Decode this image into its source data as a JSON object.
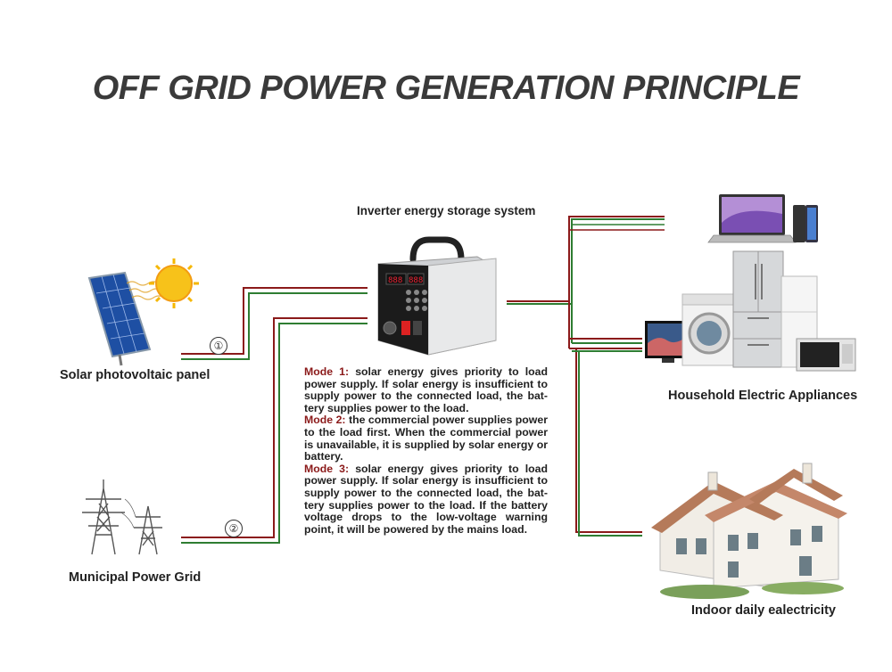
{
  "title": "OFF GRID POWER GENERATION PRINCIPLE",
  "labels": {
    "inverter": "Inverter energy storage system",
    "solar": "Solar photovoltaic panel",
    "grid": "Municipal Power Grid",
    "appliances": "Household Electric Appliances",
    "indoor": "Indoor daily ealectricity"
  },
  "markers": {
    "one": "①",
    "two": "②"
  },
  "modes": [
    {
      "key": "Mode 1:",
      "text": " solar energy gives priority to load power supply. If solar energy is insufficient to supply power to the connected load, the bat-tery supplies power to the load."
    },
    {
      "key": "Mode 2:",
      "text": " the commercial power supplies power to the load first. When the commercial power is unavailable, it is supplied by solar energy or battery."
    },
    {
      "key": "Mode 3:",
      "text": " solar energy gives priority to load power supply. If solar energy is insufficient to supply power to the connected load, the bat-tery supplies power to the load. If the battery voltage drops to the low-voltage warning point, it will be powered by the mains load."
    }
  ],
  "device_screen": {
    "readout_1": "888",
    "readout_2": "888"
  },
  "colors": {
    "wire_red": "#8b1a1a",
    "wire_green": "#2e7d32",
    "accent_title": "#3a3a3a"
  }
}
